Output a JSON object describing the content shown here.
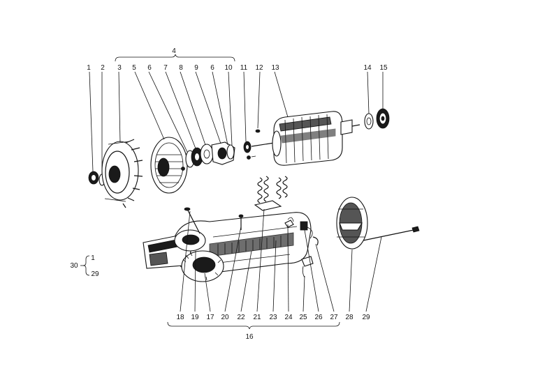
{
  "labels": {
    "l1": "1",
    "l2": "2",
    "l3": "3",
    "l4": "4",
    "l5": "5",
    "l6a": "6",
    "l7": "7",
    "l8": "8",
    "l9": "9",
    "l6b": "6",
    "l10": "10",
    "l11": "11",
    "l12": "12",
    "l13": "13",
    "l14": "14",
    "l15": "15",
    "l16": "16",
    "l17": "17",
    "l18": "18",
    "l19": "19",
    "l20": "20",
    "l21": "21",
    "l22": "22",
    "l23": "23",
    "l24": "24",
    "l25": "25",
    "l26": "26",
    "l27": "27",
    "l28": "28",
    "l29": "29"
  },
  "legend": {
    "key": "30",
    "item_a": "1",
    "item_b": "29"
  }
}
